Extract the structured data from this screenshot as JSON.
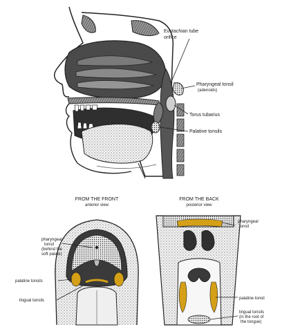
{
  "sagittal": {
    "eustachian_line1": "Eustachian tube",
    "eustachian_line2": "orifice",
    "pharyngeal_line1": "Pharyngeal tonsil",
    "pharyngeal_line2": "(adenoids)",
    "torus": "Torus tubarius",
    "palatine": "Palatine tonsils"
  },
  "front_view": {
    "title": "FROM THE FRONT",
    "subtitle": "anterior view",
    "pharyngeal_line1": "pharyngeal",
    "pharyngeal_line2": "tonsil",
    "pharyngeal_line3": "(behind the",
    "pharyngeal_line4": "soft palate)",
    "palatine": "palatine tonsils",
    "lingual": "lingual tonsils"
  },
  "back_view": {
    "title": "FROM THE BACK",
    "subtitle": "posterior view",
    "pharyngeal_line1": "pharyngeal",
    "pharyngeal_line2": "tonsil",
    "palatine": "palatine tonsil",
    "lingual_line1": "lingual tonsils",
    "lingual_line2": "(in the root of",
    "lingual_line3": "the tongue)"
  },
  "colors": {
    "tonsil": "#d4a017",
    "ink": "#1a1a1a",
    "shade": "#555555"
  }
}
